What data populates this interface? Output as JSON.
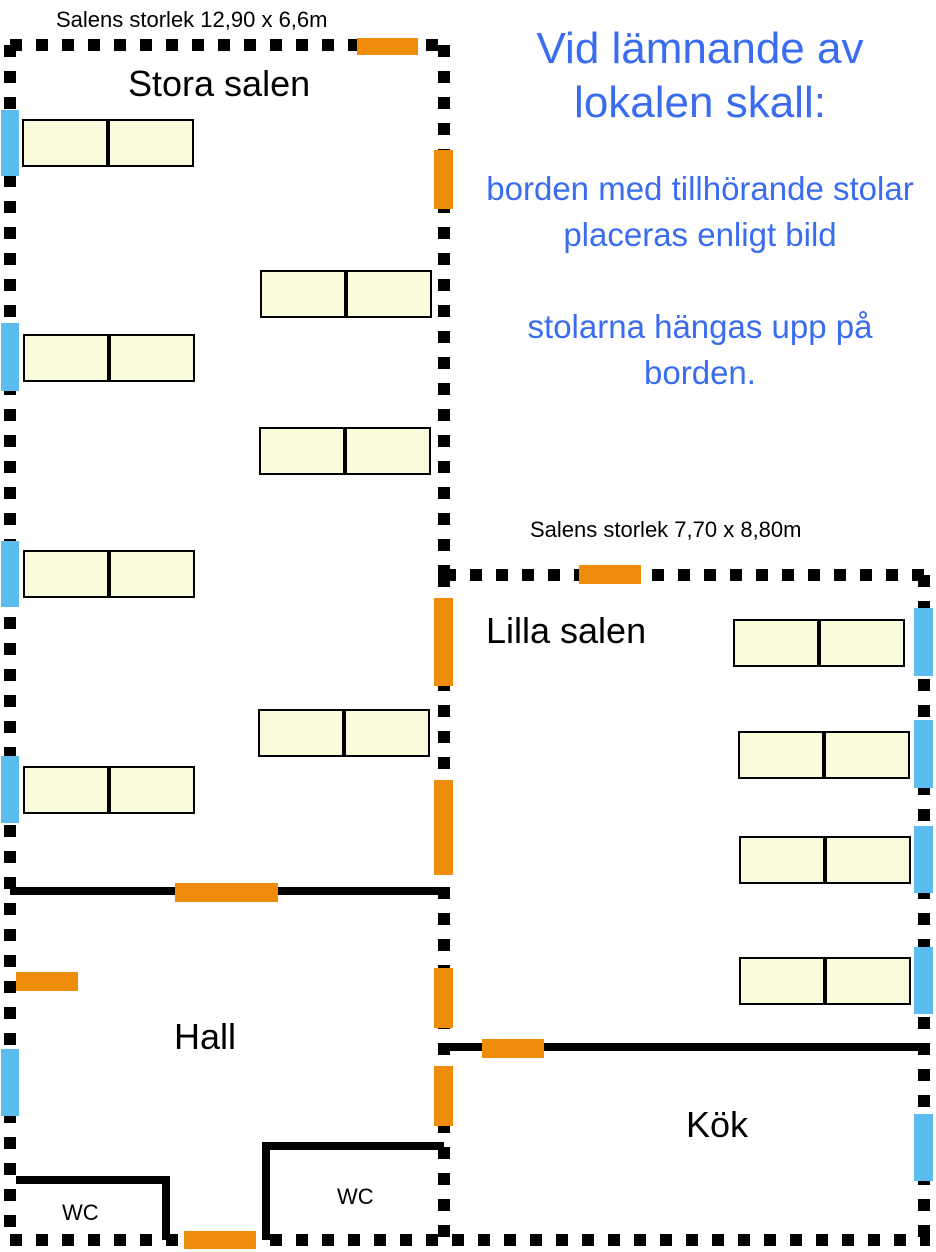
{
  "rooms": {
    "stora_salen": {
      "name": "Stora salen",
      "size": "Salens storlek 12,90 x 6,6m"
    },
    "lilla_salen": {
      "name": "Lilla salen",
      "size": "Salens storlek 7,70 x 8,80m"
    },
    "hall": {
      "name": "Hall"
    },
    "kok": {
      "name": "Kök"
    },
    "wc_left": {
      "name": "WC"
    },
    "wc_right": {
      "name": "WC"
    }
  },
  "instructions": {
    "title": "Vid lämnande av lokalen skall:",
    "line1": "borden med tillhörande stolar placeras enligt bild",
    "line2": "stolarna hängas upp på borden."
  },
  "colors": {
    "wall": "#000000",
    "door": "#ef8c0c",
    "window": "#5bbcf0",
    "table_fill": "#fafbdd",
    "text_blue": "#3a6cf0"
  }
}
